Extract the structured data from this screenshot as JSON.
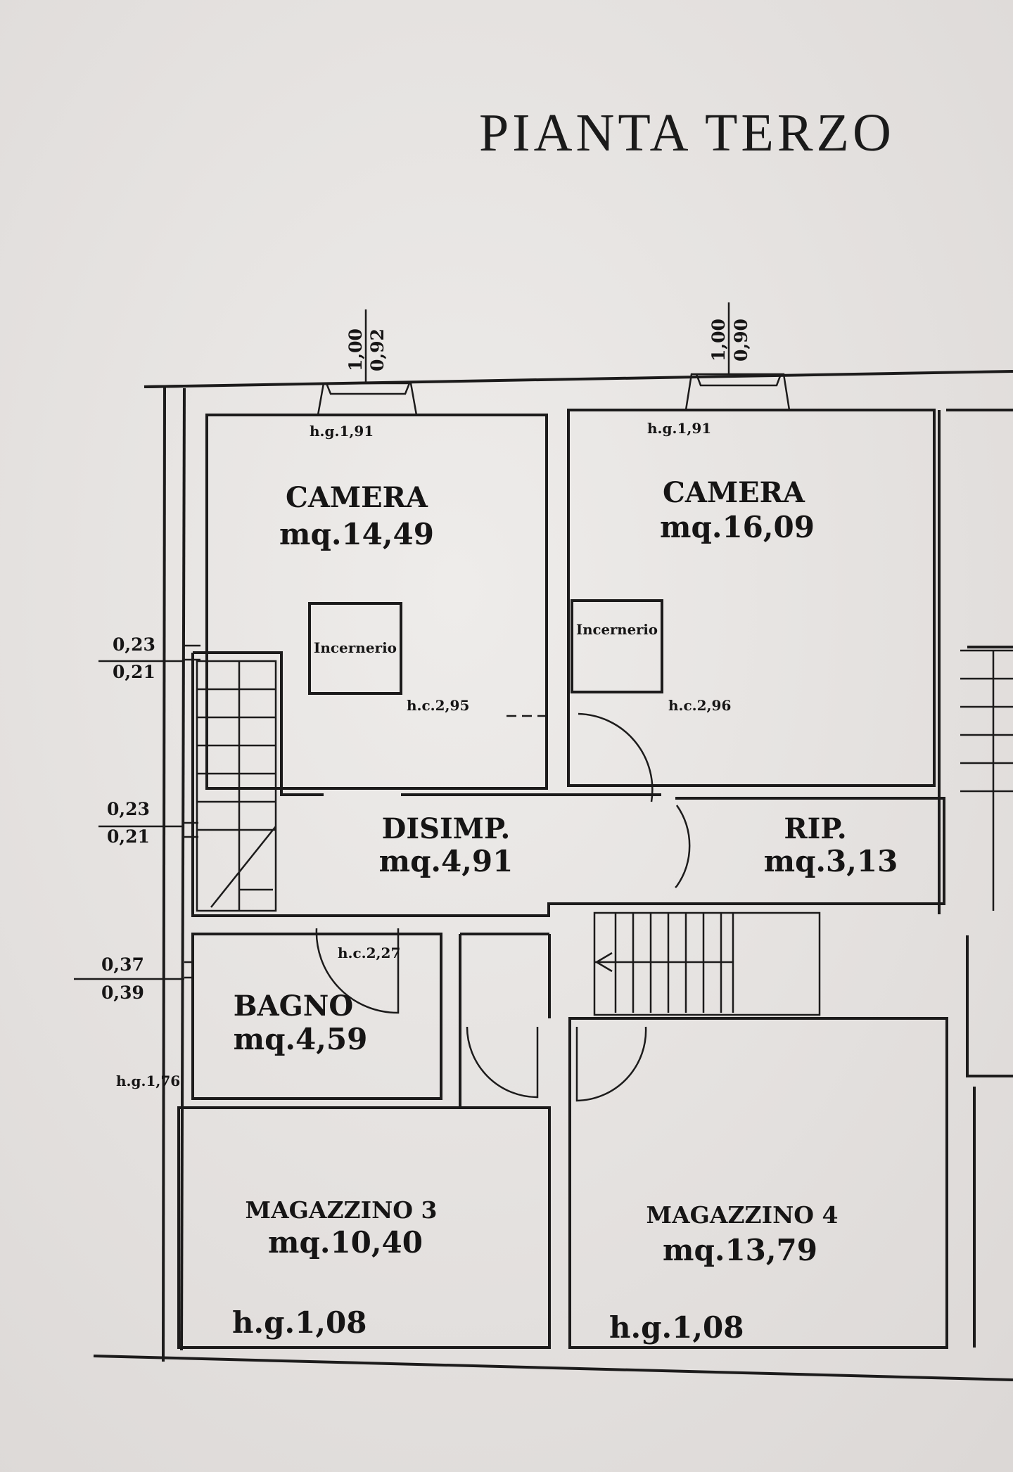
{
  "title": "PIANTA TERZO",
  "rooms": [
    {
      "name": "CAMERA",
      "area": "mq.14,49",
      "height": "h.c.2,95",
      "window_height": "h.g.1,91",
      "fixture": "Incernerio"
    },
    {
      "name": "CAMERA",
      "area": "mq.16,09",
      "height": "h.c.2,96",
      "window_height": "h.g.1,91",
      "fixture": "Incernerio"
    },
    {
      "name": "DISIMP.",
      "area": "mq.4,91"
    },
    {
      "name": "RIP.",
      "area": "mq.3,13"
    },
    {
      "name": "BAGNO",
      "area": "mq.4,59",
      "height": "h.c.2,27",
      "window_height": "h.g.1,76"
    },
    {
      "name": "MAGAZZINO 3",
      "area": "mq.10,40",
      "height": "h.g.1,08"
    },
    {
      "name": "MAGAZZINO 4",
      "area": "mq.13,79",
      "height": "h.g.1,08"
    }
  ],
  "window_dims": [
    {
      "outer": "1,00",
      "inner": "0,92"
    },
    {
      "outer": "1,00",
      "inner": "0,90"
    }
  ],
  "side_dims": [
    {
      "outer": "0,23",
      "inner": "0,21"
    },
    {
      "outer": "0,23",
      "inner": "0,21"
    },
    {
      "outer": "0,37",
      "inner": "0,39"
    }
  ]
}
